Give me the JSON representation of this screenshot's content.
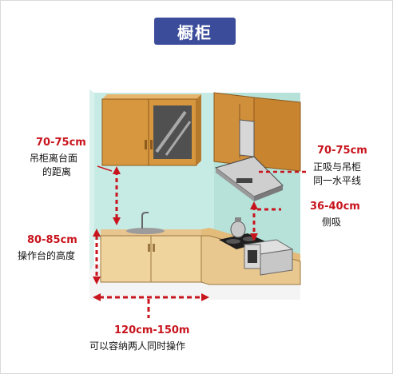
{
  "title": "橱柜",
  "colors": {
    "badge": "#3b4c9a",
    "dimension": "#c8141d",
    "cabinet": "#d69a4a",
    "wall": "#bfe6df"
  },
  "annotations": {
    "wall_cabinet_gap": {
      "value": "70-75cm",
      "line1": "吊柜离台面",
      "line2": "的距离"
    },
    "hood_height": {
      "value": "70-75cm",
      "line1": "正吸与吊柜",
      "line2": "同一水平线"
    },
    "side_hood": {
      "value": "36-40cm",
      "line1": "侧吸"
    },
    "counter_height": {
      "value": "80-85cm",
      "line1": "操作台的高度"
    },
    "aisle_width": {
      "value": "120cm-150m",
      "line1": "可以容纳两人同时操作"
    }
  }
}
